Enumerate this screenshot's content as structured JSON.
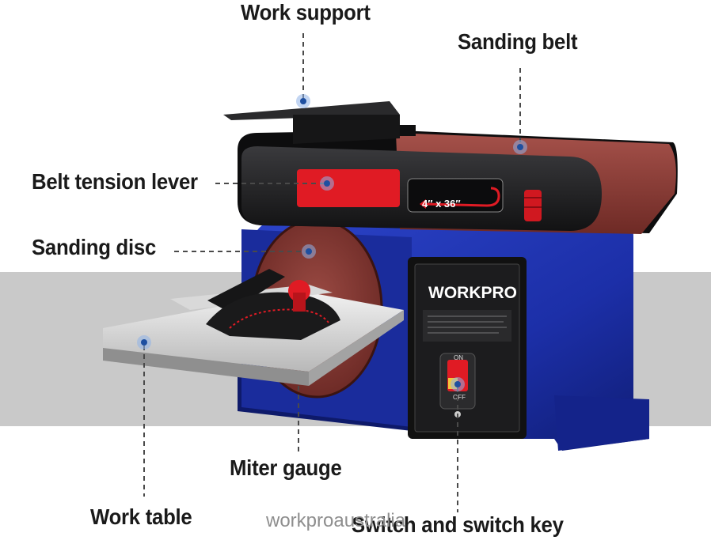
{
  "labels": {
    "work_support": "Work support",
    "sanding_belt": "Sanding belt",
    "belt_tension_lever": "Belt tension lever",
    "sanding_disc": "Sanding disc",
    "miter_gauge": "Miter gauge",
    "work_table": "Work table",
    "switch_and_key": "Switch and switch key"
  },
  "product": {
    "brand": "WORKPRO",
    "belt_size": "4″ x 36″",
    "switch_on": "ON",
    "switch_off": "OFF"
  },
  "watermark": "workproaustralia",
  "colors": {
    "body_blue": "#1c2fa8",
    "belt_red": "#8a3a33",
    "accent_red": "#e01b24",
    "housing_black": "#1d1d1f",
    "band_gray": "#c9c9c9"
  }
}
